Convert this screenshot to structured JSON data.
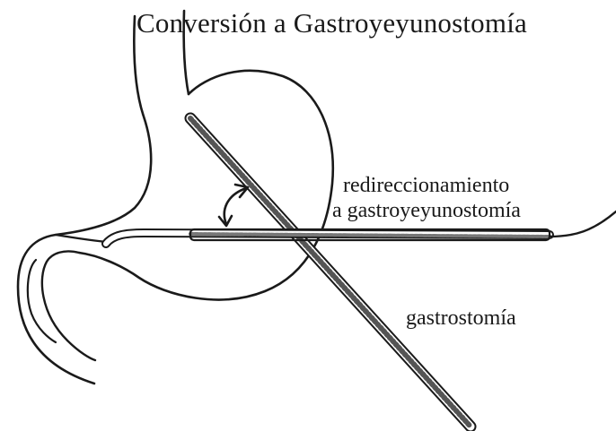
{
  "diagram": {
    "title": "Conversión a Gastroyeyunostomía",
    "labels": {
      "redirect_line1": "redireccionamiento",
      "redirect_line2": "a gastroyeyunostomía",
      "gastrostomy": "gastrostomía"
    },
    "colors": {
      "ink": "#1a1a1a",
      "background": "#ffffff"
    }
  }
}
